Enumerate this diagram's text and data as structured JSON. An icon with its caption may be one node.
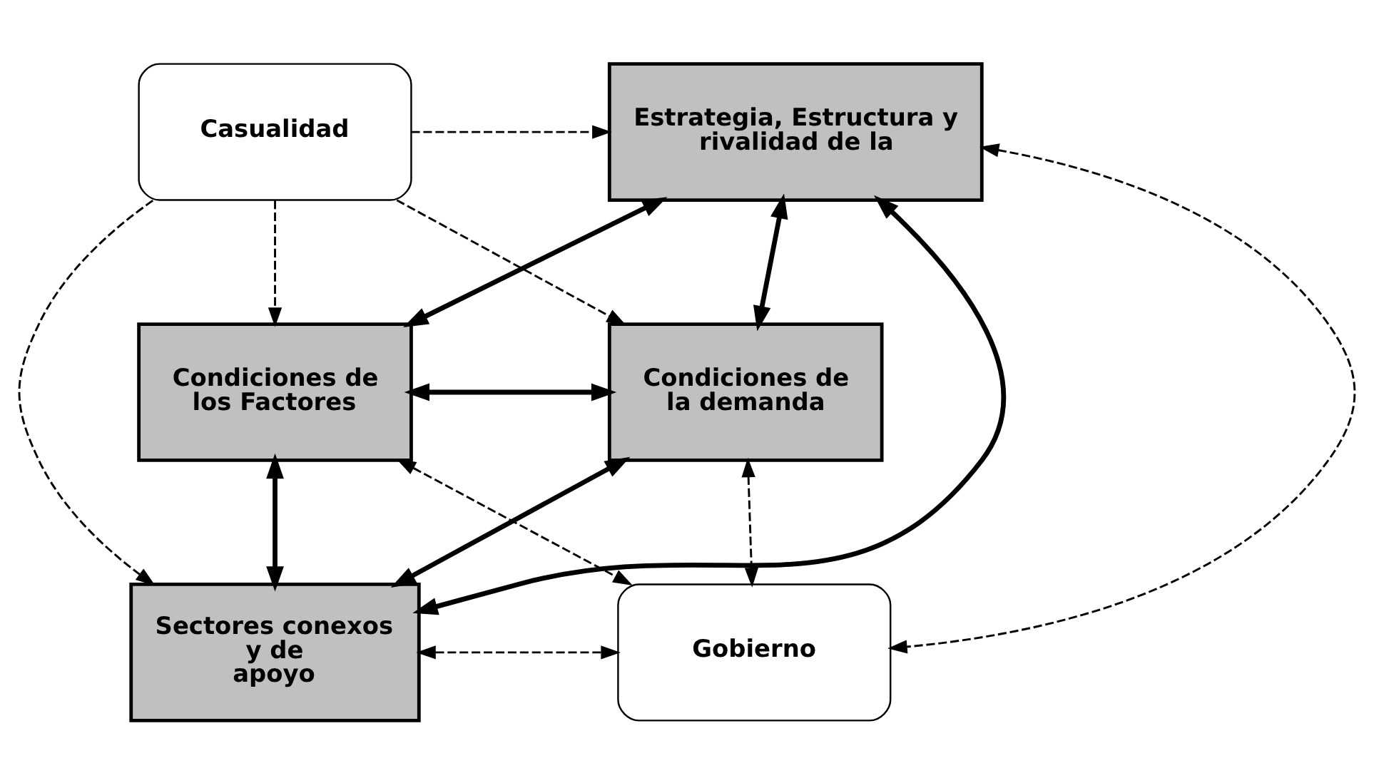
{
  "diagram": {
    "nodes": [
      {
        "text": [
          "Casualidad"
        ]
      },
      {
        "text": [
          "Estrategia, Estructura y rivalidad de la"
        ]
      },
      {
        "text": [
          "Condiciones de los Factores"
        ]
      },
      {
        "text": [
          "Condiciones de la demanda"
        ]
      },
      {
        "text": [
          "Sectores conexos y de apoyo"
        ]
      },
      {
        "text": [
          "Gobierno"
        ]
      }
    ],
    "edges": [
      {
        "from": 0,
        "to": 1,
        "arrow": "to",
        "style": "dashed"
      },
      {
        "from": 0,
        "to": 2,
        "arrow": "to",
        "style": "dashed"
      },
      {
        "from": 0,
        "to": 3,
        "arrow": "to",
        "style": "dashed"
      },
      {
        "from": 0,
        "to": 4,
        "arrow": "to",
        "style": "dashed"
      },
      {
        "from": 1,
        "to": 2,
        "arrow": "both",
        "style": "thick"
      },
      {
        "from": 1,
        "to": 3,
        "arrow": "both",
        "style": "thick"
      },
      {
        "from": 1,
        "to": 4,
        "arrow": "both",
        "style": "thick"
      },
      {
        "from": 2,
        "to": 3,
        "arrow": "both",
        "style": "thick"
      },
      {
        "from": 2,
        "to": 4,
        "arrow": "both",
        "style": "thick"
      },
      {
        "from": 3,
        "to": 4,
        "arrow": "both",
        "style": "thick"
      },
      {
        "from": 1,
        "to": 5,
        "arrow": "both",
        "style": "dashed"
      },
      {
        "from": 2,
        "to": 5,
        "arrow": "both",
        "style": "dashed"
      },
      {
        "from": 3,
        "to": 5,
        "arrow": "both",
        "style": "dashed"
      },
      {
        "from": 4,
        "to": 5,
        "arrow": "both",
        "style": "dashed"
      }
    ]
  }
}
